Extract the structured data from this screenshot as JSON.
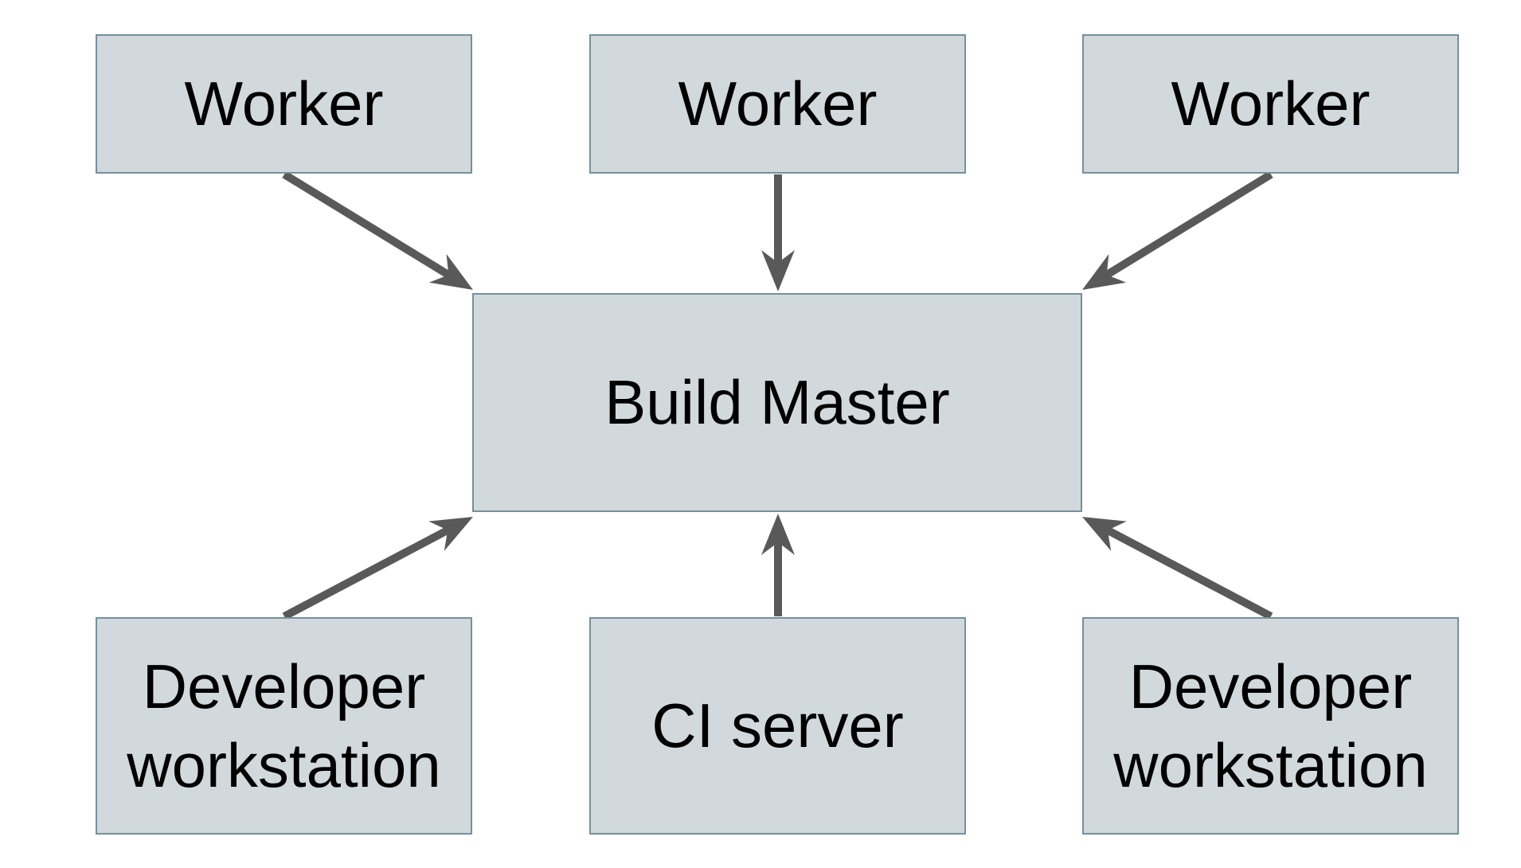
{
  "diagram": {
    "nodes": {
      "worker-1": {
        "label": "Worker"
      },
      "worker-2": {
        "label": "Worker"
      },
      "worker-3": {
        "label": "Worker"
      },
      "build-master": {
        "label": "Build Master"
      },
      "developer-workstation-left": {
        "label": "Developer workstation"
      },
      "ci-server": {
        "label": "CI server"
      },
      "developer-workstation-right": {
        "label": "Developer workstation"
      }
    },
    "edges": [
      {
        "from": "worker-1",
        "to": "build-master"
      },
      {
        "from": "worker-2",
        "to": "build-master"
      },
      {
        "from": "worker-3",
        "to": "build-master"
      },
      {
        "from": "developer-workstation-left",
        "to": "build-master"
      },
      {
        "from": "ci-server",
        "to": "build-master"
      },
      {
        "from": "developer-workstation-right",
        "to": "build-master"
      }
    ],
    "colors": {
      "node_fill": "#d2d9dc",
      "node_border": "#74909c",
      "arrow": "#595959",
      "text": "#000000",
      "background": "#ffffff"
    }
  }
}
